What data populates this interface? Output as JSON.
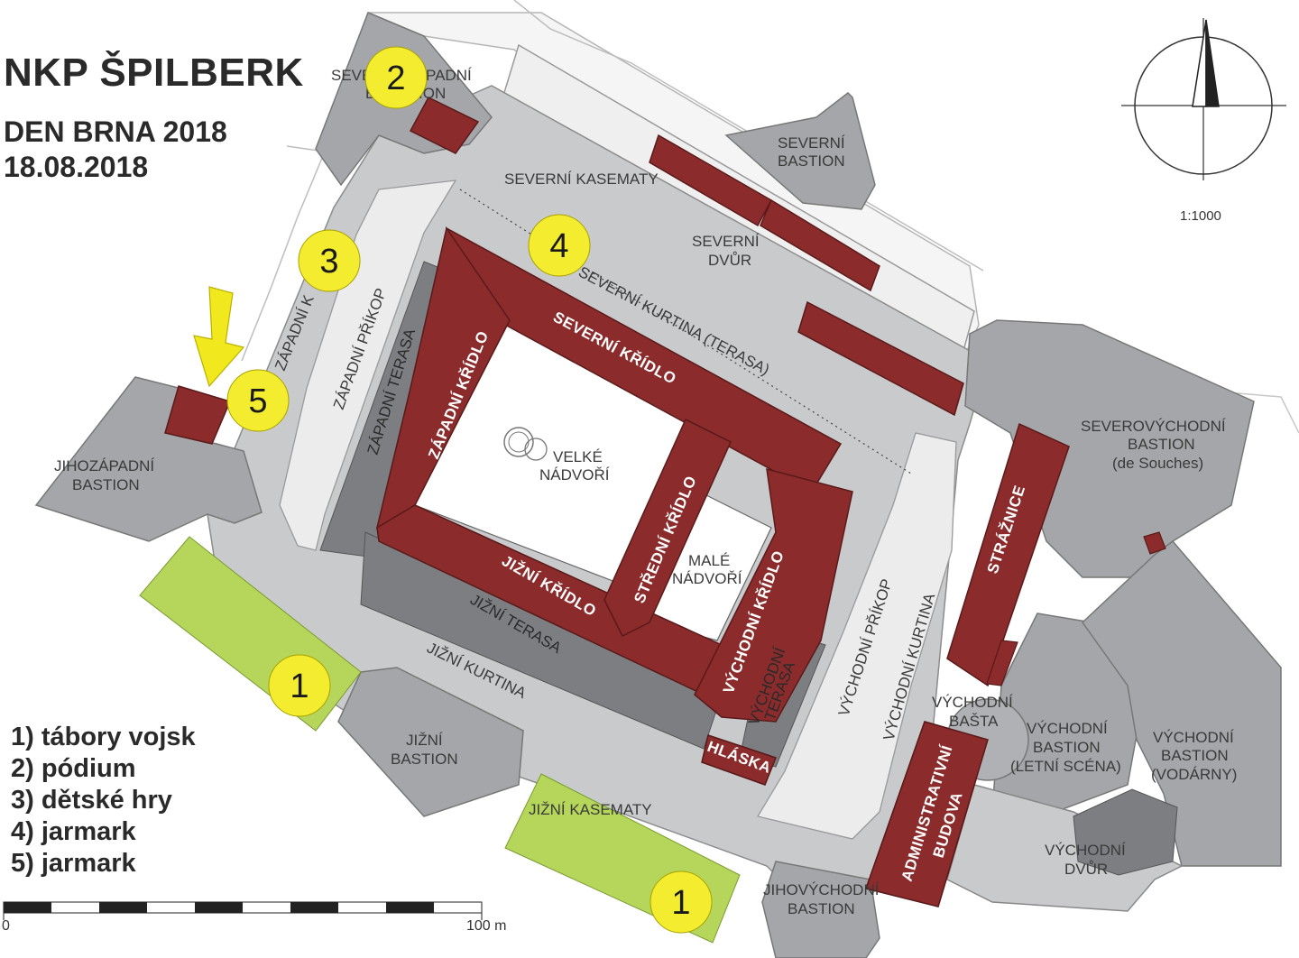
{
  "title": "NKP ŠPILBERK",
  "event": "DEN BRNA 2018",
  "date": "18.08.2018",
  "legend": [
    "1) tábory vojsk",
    "2) pódium",
    "3) dětské hry",
    "4) jarmark",
    "5) jarmark"
  ],
  "markers": {
    "m1a": "1",
    "m1b": "1",
    "m2": "2",
    "m3": "3",
    "m4": "4",
    "m5": "5"
  },
  "scale": {
    "zero": "0",
    "max": "100 m",
    "ratio": "1:1000"
  },
  "labels": {
    "severozapadni_bastion_1": "SEVERO",
    "severozapadni_bastion_1b": "PADNÍ",
    "severozapadni_bastion_2": "B",
    "severozapadni_bastion_2b": "ION",
    "severni_kasematy": "SEVERNÍ KASEMATY",
    "severni_bastion_1": "SEVERNÍ",
    "severni_bastion_2": "BASTION",
    "severni_dvur_1": "SEVERNÍ",
    "severni_dvur_2": "DVŮR",
    "severni_kurtina": "SEVERNÍ KURTINA (TERASA)",
    "severni_kridlo": "SEVERNÍ KŘÍDLO",
    "zapadni_kurtina": "ZÁPADNÍ K",
    "zapadni_prikop": "ZÁPADNÍ PŘÍKOP",
    "zapadni_terasa": "ZÁPADNÍ TERASA",
    "zapadni_kridlo": "ZÁPADNÍ KŘÍDLO",
    "velke_nadvori_1": "VELKÉ",
    "velke_nadvori_2": "NÁDVOŘÍ",
    "stredni_kridlo": "STŘEDNÍ KŘÍDLO",
    "male_nadvori_1": "MALÉ",
    "male_nadvori_2": "NÁDVOŘÍ",
    "vychodni_kridlo": "VÝCHODNÍ KŘÍDLO",
    "jihozapadni_bastion_1": "JIHOZÁPADNÍ",
    "jihozapadni_bastion_2": "BASTION",
    "jizni_kridlo": "JIŽNÍ KŘÍDLO",
    "jizni_terasa": "JIŽNÍ TERASA",
    "jizni_kurtina": "JIŽNÍ KURTINA",
    "jizni_bastion_1": "JIŽNÍ",
    "jizni_bastion_2": "BASTION",
    "jizni_kasematy": "JIŽNÍ KASEMATY",
    "vychodni_terasa_1": "VÝCHODNÍ",
    "vychodni_terasa_2": "TERASA",
    "hlaska": "HLÁSKA",
    "vychodni_prikop": "VÝCHODNÍ PŘÍKOP",
    "vychodni_kurtina": "VÝCHODNÍ KURTINA",
    "straznice": "STRÁŽNICE",
    "severovychodni_bastion_1": "SEVEROVÝCHODNÍ",
    "severovychodni_bastion_2": "BASTION",
    "severovychodni_bastion_3": "(de Souches)",
    "vychodni_basta_1": "VÝCHODNÍ",
    "vychodni_basta_2": "BAŠTA",
    "vychodni_bastion_letni_1": "VÝCHODNÍ",
    "vychodni_bastion_letni_2": "BASTION",
    "vychodni_bastion_letni_3": "(LETNÍ SCÉNA)",
    "vychodni_bastion_vodarny_1": "VÝCHODNÍ",
    "vychodni_bastion_vodarny_2": "BASTION",
    "vychodni_bastion_vodarny_3": "(VODÁRNY)",
    "administrativni_budova_1": "ADMINISTRATIVNÍ",
    "administrativni_budova_2": "BUDOVA",
    "vychodni_dvur_1": "VÝCHODNÍ",
    "vychodni_dvur_2": "DVŮR",
    "jihovychodni_bastion_1": "JIHOVÝCHODNÍ",
    "jihovychodni_bastion_2": "BASTION"
  },
  "colors": {
    "building": "#8b2b2b",
    "terrace": "#7c7e82",
    "fortress_ground": "#c9cacc",
    "bastion": "#a4a6a9",
    "courtyard": "#ffffff",
    "moat": "#ececec",
    "camp_area": "#b5d65a",
    "marker": "#f4ec2e",
    "arrow": "#f2e81e"
  }
}
